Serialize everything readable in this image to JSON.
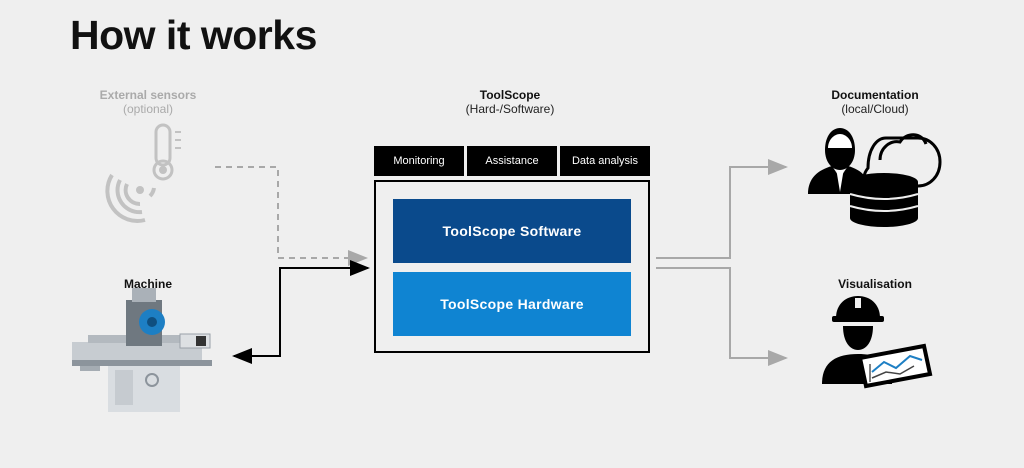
{
  "title": "How it works",
  "external_sensors": {
    "title": "External sensors",
    "subtitle": "(optional)"
  },
  "machine": {
    "title": "Machine"
  },
  "toolscope": {
    "title": "ToolScope",
    "subtitle": "(Hard-/Software)",
    "tabs": [
      "Monitoring",
      "Assistance",
      "Data analysis"
    ],
    "software_label": "ToolScope Software",
    "hardware_label": "ToolScope Hardware"
  },
  "documentation": {
    "title": "Documentation",
    "subtitle": "(local/Cloud)"
  },
  "visualisation": {
    "title": "Visualisation"
  },
  "colors": {
    "background": "#efefef",
    "software_blue": "#0a4a8c",
    "hardware_blue": "#0f84d2",
    "connector_gray": "#a8a8a8",
    "muted_text": "#aaaaaa"
  },
  "icons": {
    "sensor": "thermometer-wireless-icon",
    "machine": "grinding-machine-image",
    "documentation": "person-cloud-database-icon",
    "visualisation": "worker-tablet-chart-icon"
  }
}
